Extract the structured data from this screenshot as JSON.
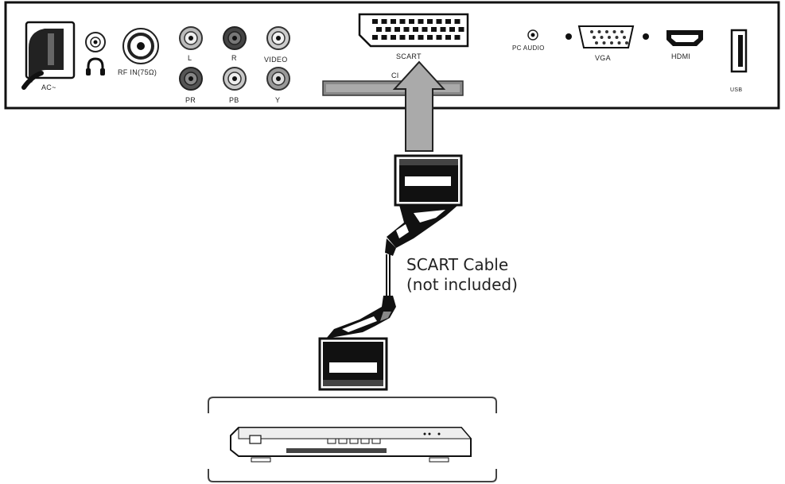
{
  "panel": {
    "labels": {
      "ac": "AC~",
      "rf_in": "RF IN(75Ω)",
      "l": "L",
      "r": "R",
      "video": "VIDEO",
      "pr": "PR",
      "pb": "PB",
      "y": "Y",
      "scart": "SCART",
      "ci": "CI",
      "pc_audio": "PC AUDIO",
      "vga": "VGA",
      "hdmi": "HDMI",
      "usb": "USB"
    }
  },
  "cable": {
    "line1": "SCART Cable",
    "line2": "(not included)"
  }
}
